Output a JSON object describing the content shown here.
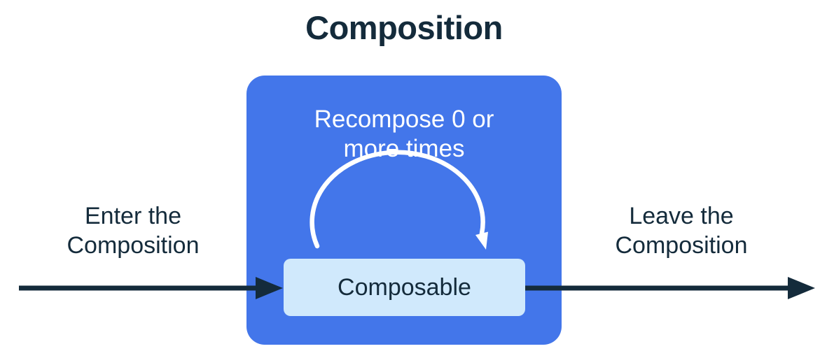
{
  "title": "Composition",
  "colors": {
    "box_blue": "#4376EA",
    "box_light": "#D0E9FC",
    "ink": "#142B3B",
    "white": "#FFFFFF"
  },
  "composition_box": {
    "recompose_label": {
      "lines": [
        "Recompose 0 or",
        "more times"
      ]
    },
    "composable_label": "Composable"
  },
  "enter_label": {
    "lines": [
      "Enter the",
      "Composition"
    ]
  },
  "leave_label": {
    "lines": [
      "Leave the",
      "Composition"
    ]
  }
}
